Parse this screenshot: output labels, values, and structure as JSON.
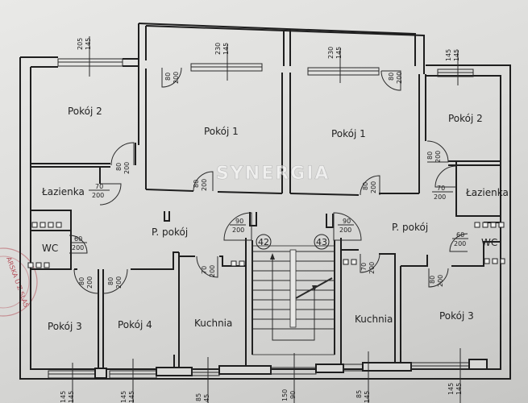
{
  "plan": {
    "watermark": "SYNERGIA",
    "stamp_text": "ARSKA U Z SLAS",
    "colors": {
      "wall": "#1e1e1e",
      "paper": "#dcdcda",
      "stamp": "#b5505a"
    },
    "apartments": [
      {
        "number": "42",
        "entry_door": {
          "width": "90",
          "height": "200"
        }
      },
      {
        "number": "43",
        "entry_door": {
          "width": "90",
          "height": "200"
        }
      }
    ],
    "rooms": {
      "left_pokoj2": "Pokój 2",
      "left_pokoj1": "Pokój 1",
      "right_pokoj1": "Pokój 1",
      "right_pokoj2": "Pokój 2",
      "left_lazienka": "Łazienka",
      "right_lazienka": "Łazienka",
      "left_wc": "WC",
      "right_wc": "WC",
      "left_ppokoj": "P. pokój",
      "right_ppokoj": "P. pokój",
      "left_pokoj3": "Pokój 3",
      "left_pokoj4": "Pokój 4",
      "left_kuchnia": "Kuchnia",
      "right_kuchnia": "Kuchnia",
      "right_pokoj3": "Pokój 3"
    },
    "windows": {
      "top_left_pokoj2": {
        "w": "205",
        "h": "145"
      },
      "top_left_pokoj1": {
        "w": "230",
        "h": "145"
      },
      "top_right_pokoj1": {
        "w": "230",
        "h": "145"
      },
      "top_right_pokoj2": {
        "w": "145",
        "h": "145"
      },
      "bottom_left_pokoj3": {
        "w": "145",
        "h": "145"
      },
      "bottom_left_pokoj4": {
        "w": "145",
        "h": "145"
      },
      "bottom_left_kuchnia": {
        "w": "85",
        "h": "145"
      },
      "bottom_stair": {
        "w": "150",
        "h": "90"
      },
      "bottom_right_kuchnia": {
        "w": "85",
        "h": "145"
      },
      "bottom_right_pokoj3": {
        "w": "145",
        "h": "145"
      }
    },
    "doors": {
      "balcony_left": {
        "w": "80",
        "h": "200"
      },
      "balcony_right": {
        "w": "80",
        "h": "200"
      },
      "left_pokoj2": {
        "w": "80",
        "h": "200"
      },
      "left_pokoj1": {
        "w": "80",
        "h": "200"
      },
      "right_pokoj1": {
        "w": "80",
        "h": "200"
      },
      "right_pokoj2": {
        "w": "80",
        "h": "200"
      },
      "left_lazienka": {
        "w": "70",
        "h": "200"
      },
      "right_lazienka": {
        "w": "70",
        "h": "200"
      },
      "left_wc": {
        "w": "60",
        "h": "200"
      },
      "right_wc": {
        "w": "60",
        "h": "200"
      },
      "left_pokoj3": {
        "w": "80",
        "h": "200"
      },
      "left_pokoj4": {
        "w": "80",
        "h": "200"
      },
      "left_kuchnia": {
        "w": "70",
        "h": "200"
      },
      "right_kuchnia": {
        "w": "70",
        "h": "200"
      },
      "right_pokoj3": {
        "w": "80",
        "h": "200"
      }
    }
  }
}
